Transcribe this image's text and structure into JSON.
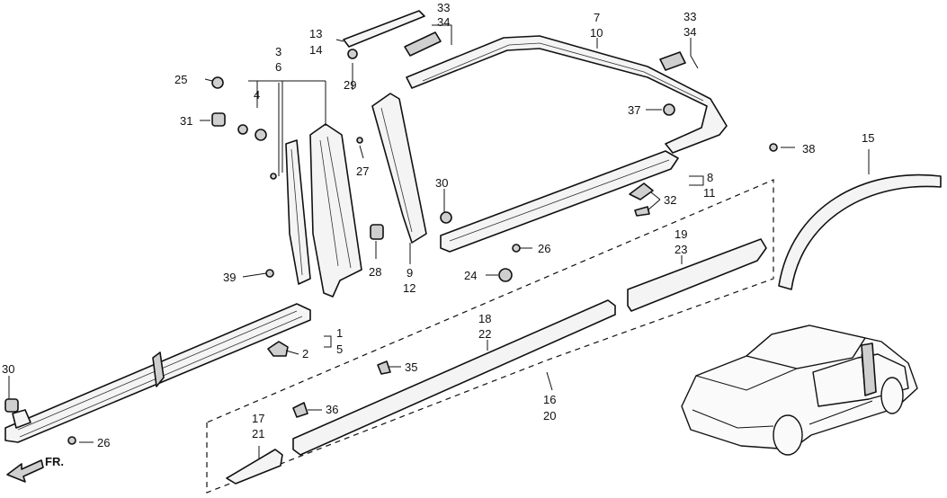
{
  "diagram": {
    "callouts": {
      "c1": "1",
      "c2": "2",
      "c3": "3",
      "c4": "4",
      "c5": "5",
      "c6": "6",
      "c7": "7",
      "c8": "8",
      "c9": "9",
      "c10": "10",
      "c11": "11",
      "c12": "12",
      "c13": "13",
      "c14": "14",
      "c15": "15",
      "c16": "16",
      "c17": "17",
      "c18": "18",
      "c19": "19",
      "c20": "20",
      "c21": "21",
      "c22": "22",
      "c23": "23",
      "c24": "24",
      "c25": "25",
      "c26a": "26",
      "c26b": "26",
      "c27": "27",
      "c28": "28",
      "c29": "29",
      "c30a": "30",
      "c30b": "30",
      "c31": "31",
      "c32": "32",
      "c33a": "33",
      "c34a": "34",
      "c33b": "33",
      "c34b": "34",
      "c35": "35",
      "c36": "36",
      "c37": "37",
      "c38": "38",
      "c39": "39"
    },
    "front_arrow_label": "FR."
  }
}
